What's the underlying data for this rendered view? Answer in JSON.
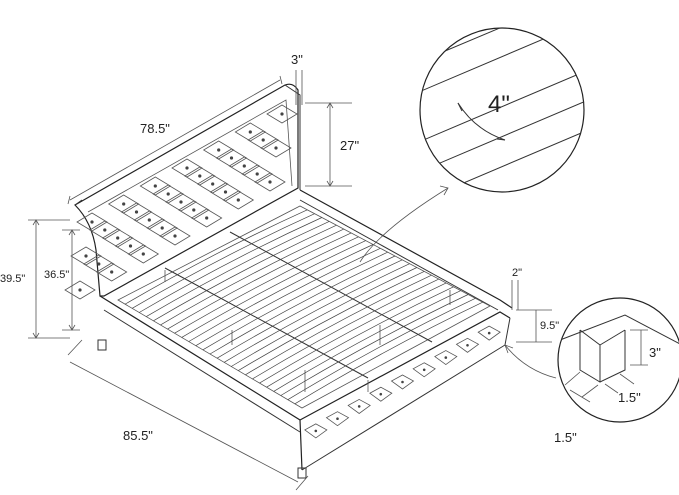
{
  "dimensions": {
    "headboard_width": "78.5\"",
    "headboard_thickness": "3\"",
    "headboard_height_above_rail": "27\"",
    "total_height": "39.5\"",
    "headboard_height": "36.5\"",
    "overall_length": "85.5\"",
    "rail_thickness": "2\"",
    "rail_height": "9.5\"",
    "slat_width": "4\"",
    "leg_height": "3\"",
    "leg_depth": "1.5\"",
    "leg_width": "1.5\""
  }
}
